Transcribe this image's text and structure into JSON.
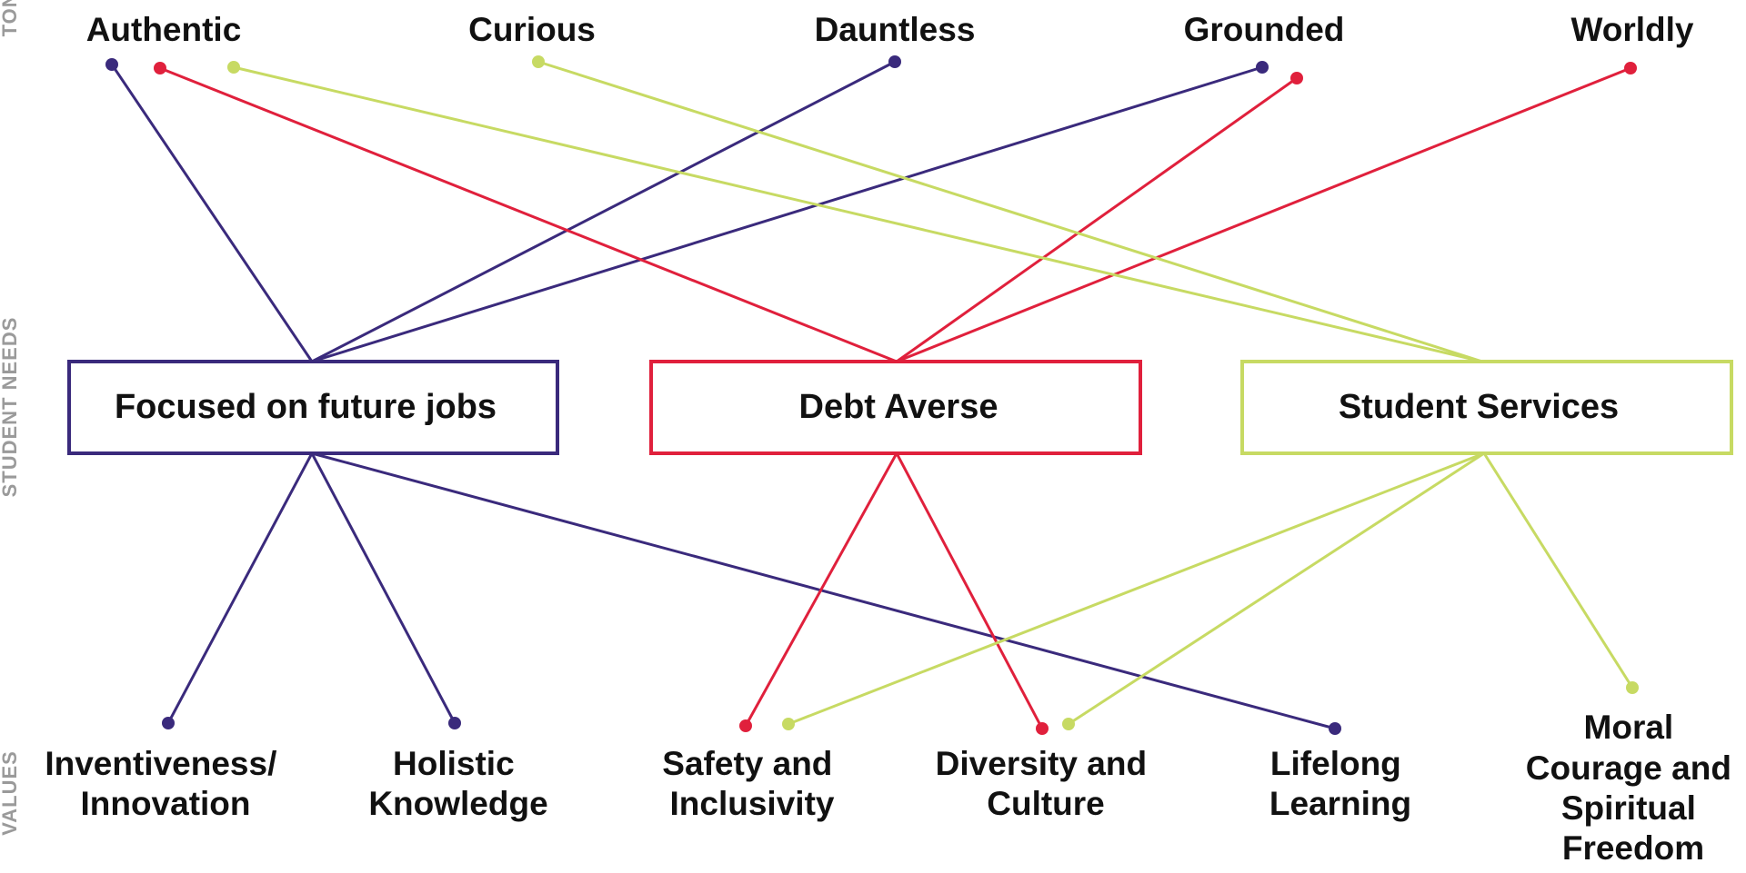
{
  "row_labels": {
    "tone": "TONE",
    "needs": "STUDENT NEEDS",
    "values": "VALUES"
  },
  "colors": {
    "jobs": "#3a2a7c",
    "debt": "#e0203c",
    "services": "#c7da63"
  },
  "tones": [
    {
      "id": "authentic",
      "label": "Authentic"
    },
    {
      "id": "curious",
      "label": "Curious"
    },
    {
      "id": "dauntless",
      "label": "Dauntless"
    },
    {
      "id": "grounded",
      "label": "Grounded"
    },
    {
      "id": "worldly",
      "label": "Worldly"
    }
  ],
  "needs": [
    {
      "id": "jobs",
      "label": "Focused on future jobs"
    },
    {
      "id": "debt",
      "label": "Debt Averse"
    },
    {
      "id": "services",
      "label": "Student Services"
    }
  ],
  "values": [
    {
      "id": "innovation",
      "lines": [
        "Inventiveness/",
        "Innovation"
      ]
    },
    {
      "id": "holistic",
      "lines": [
        "Holistic",
        "Knowledge"
      ]
    },
    {
      "id": "safety",
      "lines": [
        "Safety and",
        "Inclusivity"
      ]
    },
    {
      "id": "diversity",
      "lines": [
        "Diversity and",
        "Culture"
      ]
    },
    {
      "id": "lifelong",
      "lines": [
        "Lifelong",
        "Learning"
      ]
    },
    {
      "id": "moral",
      "lines": [
        "Moral",
        "Courage and",
        "Spiritual",
        "Freedom"
      ]
    }
  ],
  "connections": [
    {
      "need": "jobs",
      "tone": "authentic"
    },
    {
      "need": "jobs",
      "tone": "dauntless"
    },
    {
      "need": "jobs",
      "tone": "grounded"
    },
    {
      "need": "debt",
      "tone": "authentic"
    },
    {
      "need": "debt",
      "tone": "grounded"
    },
    {
      "need": "debt",
      "tone": "worldly"
    },
    {
      "need": "services",
      "tone": "authentic"
    },
    {
      "need": "services",
      "tone": "curious"
    },
    {
      "need": "jobs",
      "value": "innovation"
    },
    {
      "need": "jobs",
      "value": "holistic"
    },
    {
      "need": "jobs",
      "value": "lifelong"
    },
    {
      "need": "debt",
      "value": "safety"
    },
    {
      "need": "debt",
      "value": "diversity"
    },
    {
      "need": "services",
      "value": "safety"
    },
    {
      "need": "services",
      "value": "diversity"
    },
    {
      "need": "services",
      "value": "moral"
    }
  ]
}
